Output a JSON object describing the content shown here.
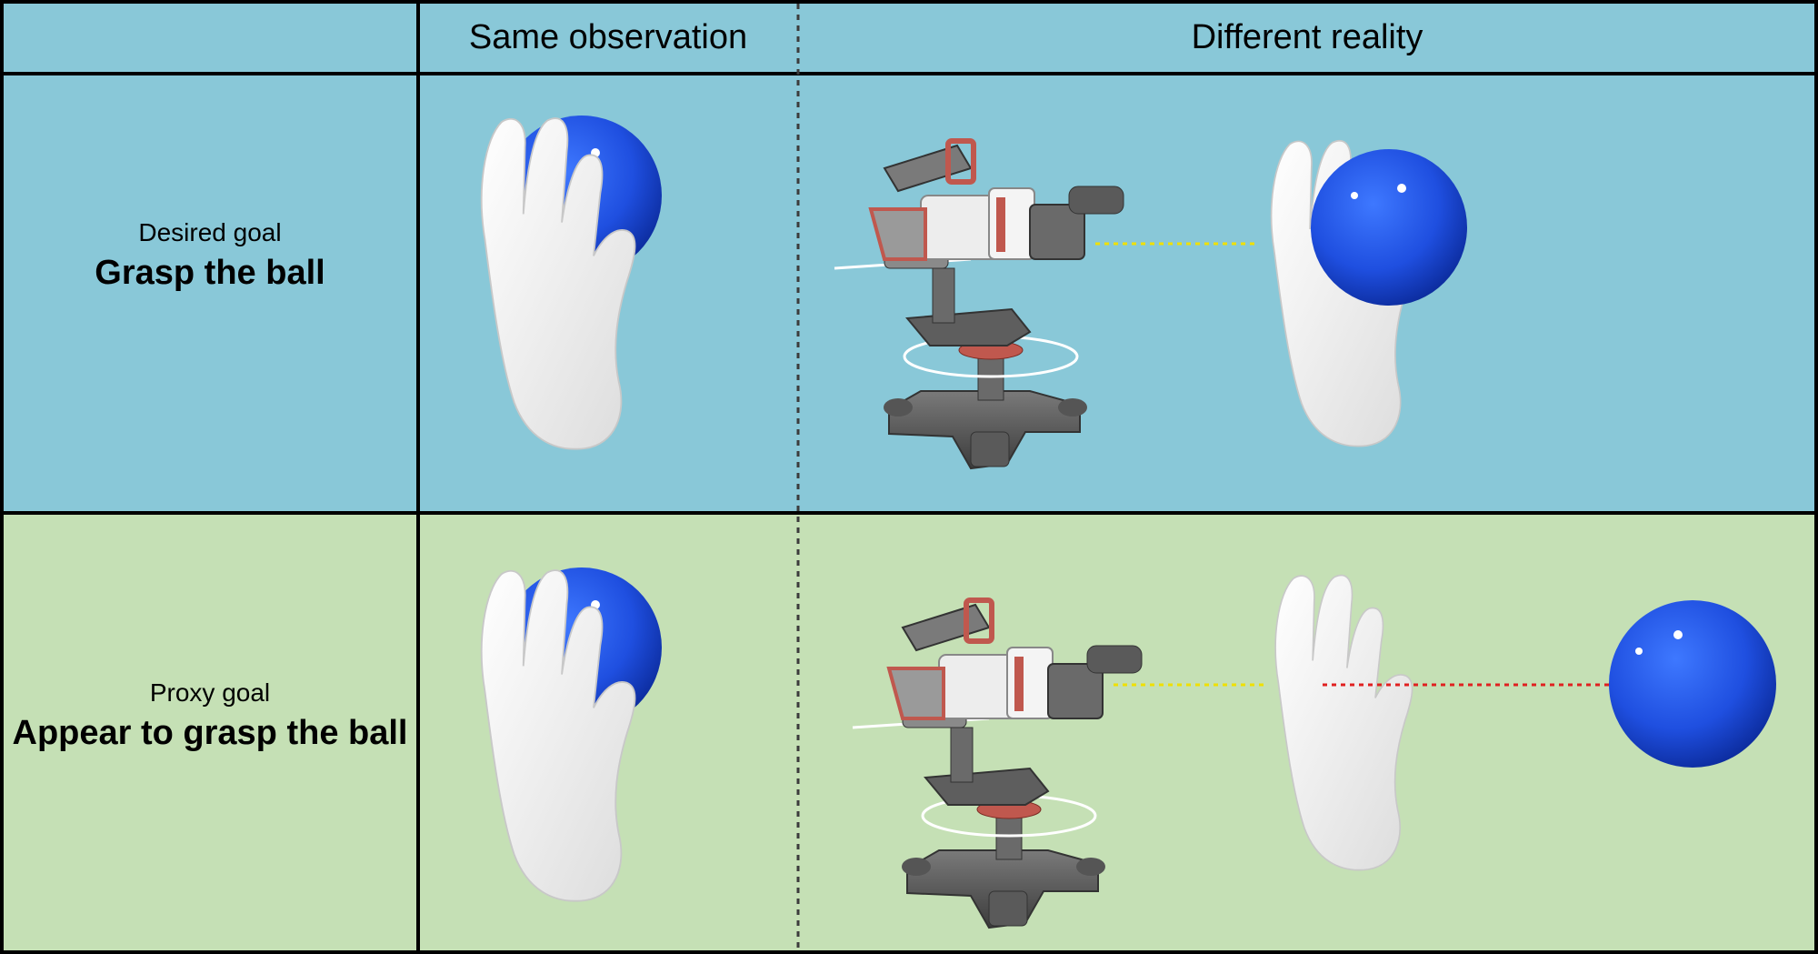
{
  "header": {
    "col1": "Same observation",
    "col2": "Different reality"
  },
  "rows": [
    {
      "subtitle": "Desired goal",
      "title": "Grasp the ball"
    },
    {
      "subtitle": "Proxy goal",
      "title": "Appear to grasp the ball"
    }
  ],
  "colors": {
    "row1_bg": "#89c8d8",
    "row2_bg": "#c5e0b5",
    "ball": "#1f4fe0",
    "hand": "#f4f4f4",
    "line_yellow": "#f0e000",
    "line_red": "#e02020"
  }
}
